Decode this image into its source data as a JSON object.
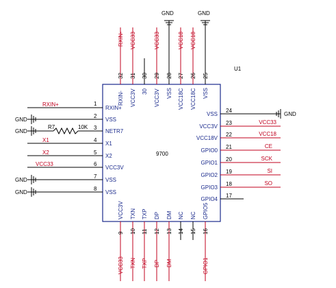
{
  "chip": {
    "ref": "U1",
    "name": "9700"
  },
  "top_gnd": [
    "GND",
    "GND"
  ],
  "pins": [
    {
      "num": "1",
      "name": "RXIN+"
    },
    {
      "num": "2",
      "name": "VSS"
    },
    {
      "num": "3",
      "name": "NETR7"
    },
    {
      "num": "4",
      "name": "X1"
    },
    {
      "num": "5",
      "name": "X2"
    },
    {
      "num": "6",
      "name": "VCC3V"
    },
    {
      "num": "7",
      "name": "VSS"
    },
    {
      "num": "8",
      "name": "VSS"
    },
    {
      "num": "9",
      "name": "VCC3V"
    },
    {
      "num": "10",
      "name": "TXN"
    },
    {
      "num": "11",
      "name": "TXP"
    },
    {
      "num": "12",
      "name": "DP"
    },
    {
      "num": "13",
      "name": "DM"
    },
    {
      "num": "14",
      "name": "NC"
    },
    {
      "num": "15",
      "name": "NC"
    },
    {
      "num": "16",
      "name": "GPIO5"
    },
    {
      "num": "17",
      "name": "GPIO4"
    },
    {
      "num": "18",
      "name": "GPIO3"
    },
    {
      "num": "19",
      "name": "GPIO2"
    },
    {
      "num": "20",
      "name": "GPIO1"
    },
    {
      "num": "21",
      "name": "GPIO0"
    },
    {
      "num": "22",
      "name": "VCC18V"
    },
    {
      "num": "23",
      "name": "VCC3V"
    },
    {
      "num": "24",
      "name": "VSS"
    },
    {
      "num": "25",
      "name": "VSS"
    },
    {
      "num": "26",
      "name": "VCC18C"
    },
    {
      "num": "27",
      "name": "VCC18C"
    },
    {
      "num": "28",
      "name": "VSS"
    },
    {
      "num": "29",
      "name": "VCC3V"
    },
    {
      "num": "30",
      "name": "30"
    },
    {
      "num": "31",
      "name": "VCC3V"
    },
    {
      "num": "32",
      "name": "RXIN-"
    }
  ],
  "left_nets": {
    "rxin_plus": "RXIN+",
    "gnd_2": "GND",
    "gnd_3": "GND",
    "x1": "X1",
    "x2": "X2",
    "vcc33": "VCC33",
    "gnd_7": "GND",
    "gnd_8": "GND"
  },
  "resistor": {
    "ref": "R7",
    "value": "10K"
  },
  "right_nets": {
    "gnd_24": "GND",
    "vcc33": "VCC33",
    "vcc18": "VCC18",
    "ce": "CE",
    "sck": "SCK",
    "si": "SI",
    "so": "SO"
  },
  "top_nets": {
    "rxin_minus": "RXIN-",
    "vcc33_31": "VCC33",
    "vcc33_29": "VCC33",
    "vcc18_27": "VCC18",
    "vcc18_26": "VCC18"
  },
  "bottom_nets": {
    "vcc33": "VCC33",
    "txn": "TXN",
    "txp": "TXP",
    "dp": "DP",
    "dm": "DM",
    "gpio1": "GPIO1"
  }
}
